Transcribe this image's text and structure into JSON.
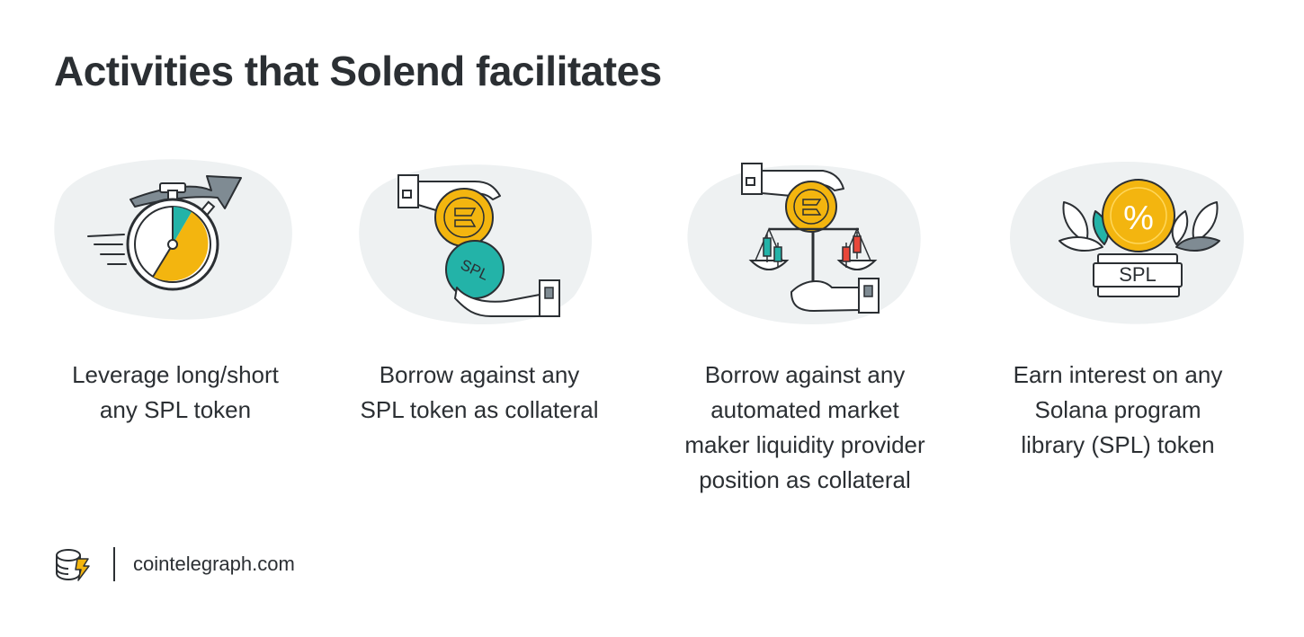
{
  "title": "Activities that Solend facilitates",
  "colors": {
    "text": "#2b2f33",
    "blob": "#eef1f2",
    "yellow": "#f3b50f",
    "teal": "#23b3a8",
    "red": "#e8473a"
  },
  "cards": [
    {
      "icon": "stopwatch-arrow-icon",
      "caption_lines": [
        "Leverage long/short",
        "any SPL token"
      ]
    },
    {
      "icon": "hands-exchanging-coins-icon",
      "coin_label": "SPL",
      "caption_lines": [
        "Borrow against any",
        "SPL token as collateral"
      ]
    },
    {
      "icon": "scale-with-candlesticks-icon",
      "caption_lines": [
        "Borrow against any",
        "automated market",
        "maker liquidity provider",
        "position as collateral"
      ]
    },
    {
      "icon": "percent-coin-on-spl-stack-icon",
      "coin_label": "%",
      "stack_label": "SPL",
      "caption_lines": [
        "Earn interest on any",
        "Solana program",
        "library (SPL) token"
      ]
    }
  ],
  "footer": {
    "logo": "cointelegraph-logo-icon",
    "site": "cointelegraph.com"
  }
}
